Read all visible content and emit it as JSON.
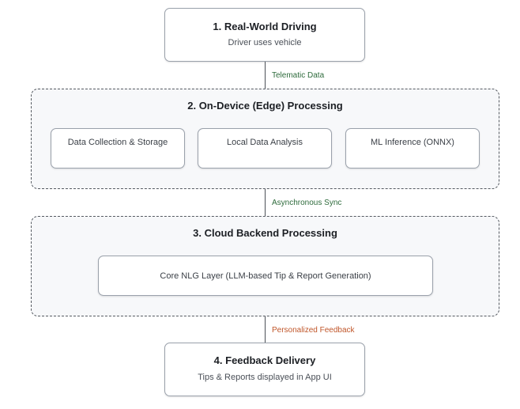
{
  "nodes": {
    "n1": {
      "title": "1. Real-World Driving",
      "subtitle": "Driver uses vehicle"
    },
    "n2": {
      "title": "2. On-Device (Edge) Processing",
      "items": [
        "Data Collection & Storage",
        "Local Data Analysis",
        "ML Inference (ONNX)"
      ]
    },
    "n3": {
      "title": "3. Cloud Backend Processing",
      "items": [
        "Core NLG Layer (LLM-based Tip & Report Generation)"
      ]
    },
    "n4": {
      "title": "4. Feedback Delivery",
      "subtitle": "Tips & Reports displayed in App UI"
    }
  },
  "edges": [
    {
      "label": "Telematic Data",
      "color": "#2e6b3c"
    },
    {
      "label": "Asynchronous Sync",
      "color": "#2e6b3c"
    },
    {
      "label": "Personalized Feedback",
      "color": "#c0562a"
    }
  ]
}
